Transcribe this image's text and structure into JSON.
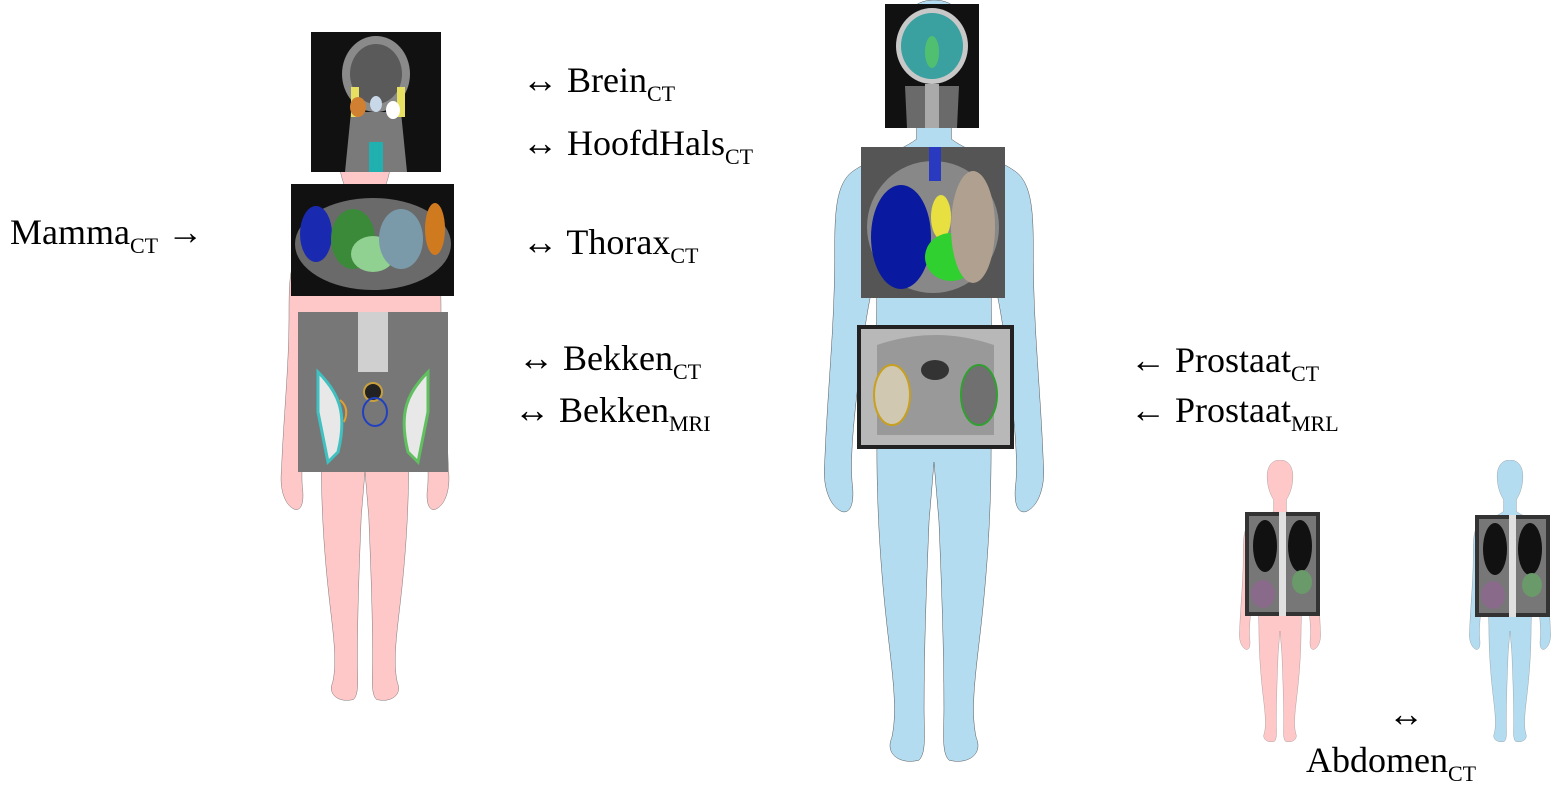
{
  "colors": {
    "female_body": "#ffc8c8",
    "male_body": "#b4dcf0",
    "body_outline": "#555555",
    "scan_background": "#111111"
  },
  "labels": {
    "brein": {
      "arrow": "↔",
      "name": "Brein",
      "sub": "CT"
    },
    "hoofdhals": {
      "arrow": "↔",
      "name": "HoofdHals",
      "sub": "CT"
    },
    "mamma": {
      "name": "Mamma",
      "sub": "CT",
      "arrow": "→"
    },
    "thorax": {
      "arrow": "↔",
      "name": "Thorax",
      "sub": "CT"
    },
    "bekken_ct": {
      "arrow": "↔",
      "name": "Bekken",
      "sub": "CT"
    },
    "bekken_mri": {
      "arrow": "↔",
      "name": "Bekken",
      "sub": "MRI"
    },
    "prostaat_ct": {
      "arrow": "←",
      "name": "Prostaat",
      "sub": "CT"
    },
    "prostaat_mrl": {
      "arrow": "←",
      "name": "Prostaat",
      "sub": "MRL"
    },
    "abdomen_arrow": "↔",
    "abdomen": {
      "name": "Abdomen",
      "sub": "CT"
    }
  },
  "figures": [
    {
      "name": "adult-female-figure",
      "sex": "female",
      "age": "adult"
    },
    {
      "name": "adult-male-figure",
      "sex": "male",
      "age": "adult"
    },
    {
      "name": "child-female-figure",
      "sex": "female",
      "age": "child"
    },
    {
      "name": "child-male-figure",
      "sex": "male",
      "age": "child"
    }
  ],
  "scans": [
    {
      "name": "head-neck-ct-scan",
      "modality": "CT",
      "region": "head and neck"
    },
    {
      "name": "female-thorax-ct-scan",
      "modality": "CT",
      "region": "thorax"
    },
    {
      "name": "female-pelvis-ct-scan",
      "modality": "CT",
      "region": "pelvis"
    },
    {
      "name": "brain-ct-scan",
      "modality": "CT",
      "region": "brain"
    },
    {
      "name": "male-thorax-ct-scan",
      "modality": "CT",
      "region": "thorax"
    },
    {
      "name": "male-pelvis-mri-scan",
      "modality": "MRI",
      "region": "pelvis"
    },
    {
      "name": "child-female-abdomen-ct-scan",
      "modality": "CT",
      "region": "abdomen"
    },
    {
      "name": "child-male-abdomen-ct-scan",
      "modality": "CT",
      "region": "abdomen"
    }
  ]
}
